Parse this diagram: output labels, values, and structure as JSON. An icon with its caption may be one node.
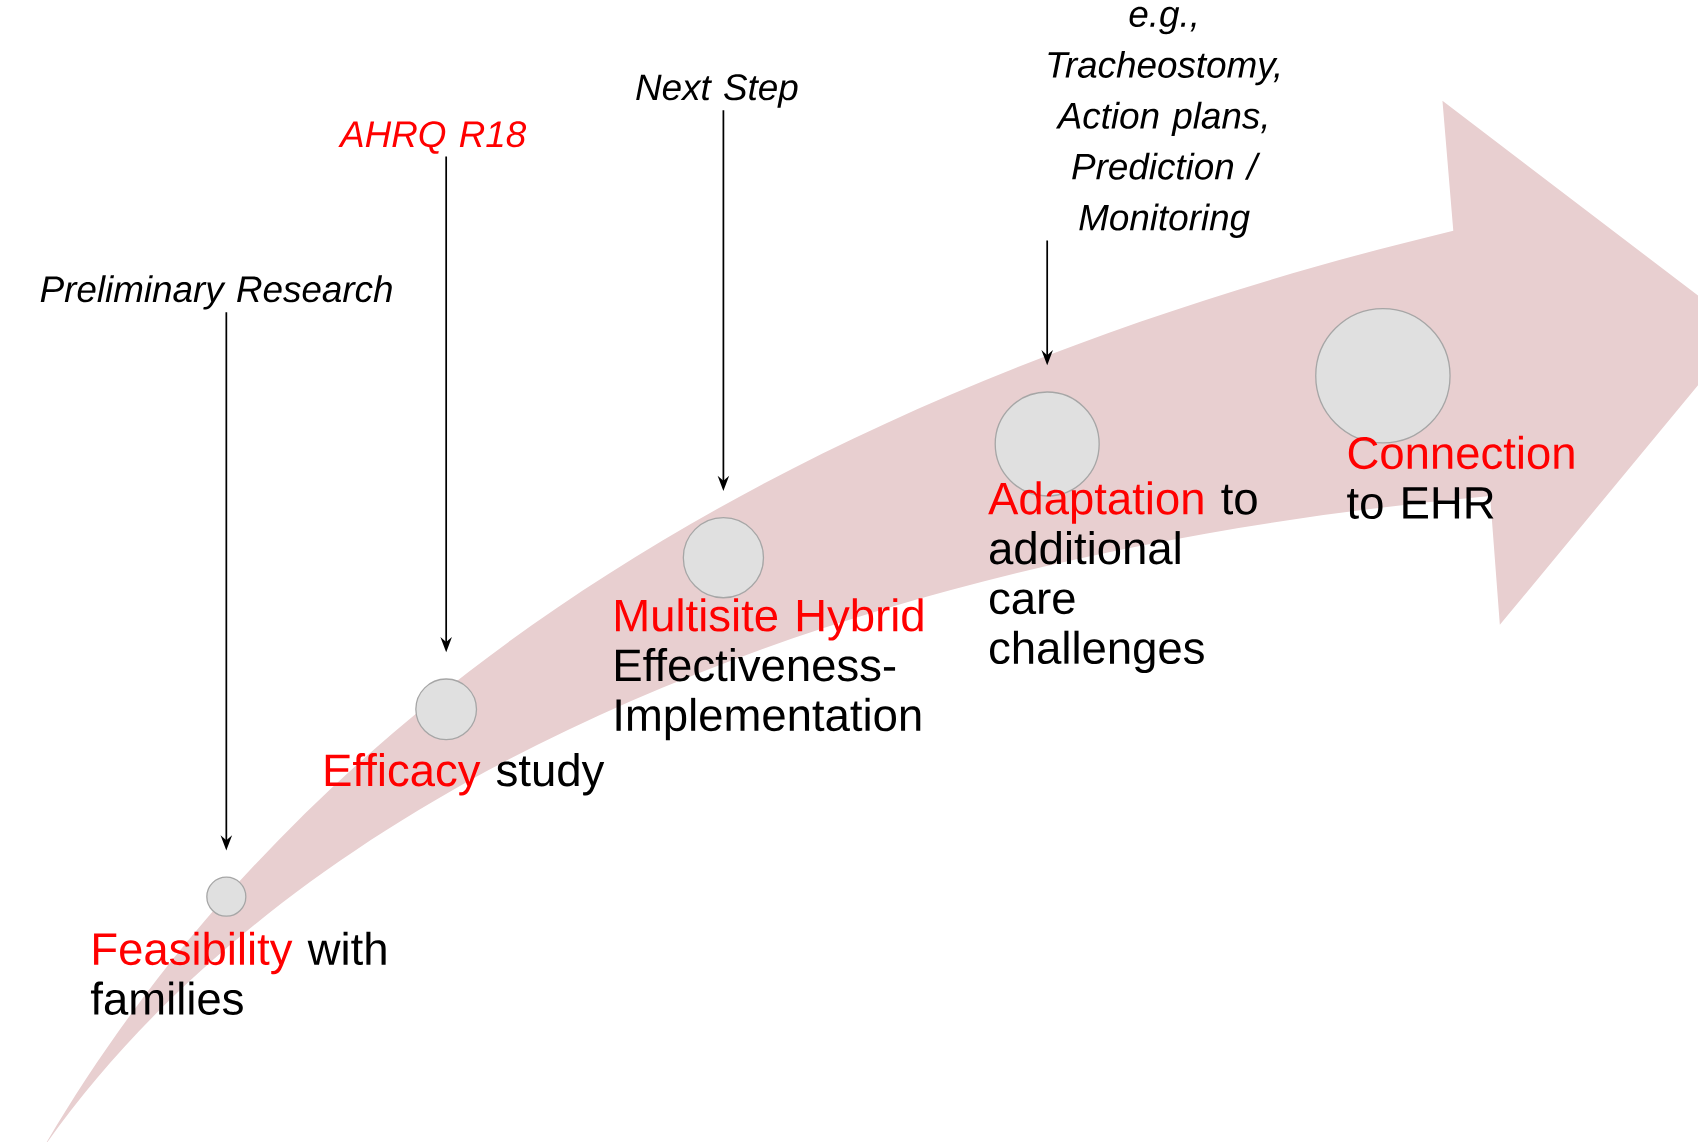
{
  "diagram": {
    "nodes": [
      {
        "text": [
          "Preliminary Research"
        ]
      },
      {
        "text": [],
        "shape": "circle",
        "beside": [
          "Feasibility",
          "with families"
        ]
      },
      {
        "text": [
          "AHRQ R18"
        ]
      },
      {
        "text": [],
        "shape": "circle",
        "beside": [
          "Efficacy",
          "study"
        ]
      },
      {
        "text": [
          "Next Step"
        ]
      },
      {
        "text": [],
        "shape": "circle",
        "beside": [
          "Multisite Hybrid",
          "Effectiveness-Implementation"
        ]
      },
      {
        "text": [
          "e.g., Tracheostomy, Action plans, Prediction / Monitoring"
        ]
      },
      {
        "text": [],
        "shape": "circle",
        "beside": [
          "Adaptation",
          "to additional care challenges"
        ]
      },
      {
        "text": [],
        "shape": "circle",
        "beside": [
          "Connection",
          "to EHR"
        ]
      }
    ],
    "edges": [
      {
        "from": 0,
        "to": 1,
        "arrow": "to"
      },
      {
        "from": 2,
        "to": 3,
        "arrow": "to"
      },
      {
        "from": 4,
        "to": 5,
        "arrow": "to"
      },
      {
        "from": 6,
        "to": 7,
        "arrow": "to"
      }
    ]
  }
}
